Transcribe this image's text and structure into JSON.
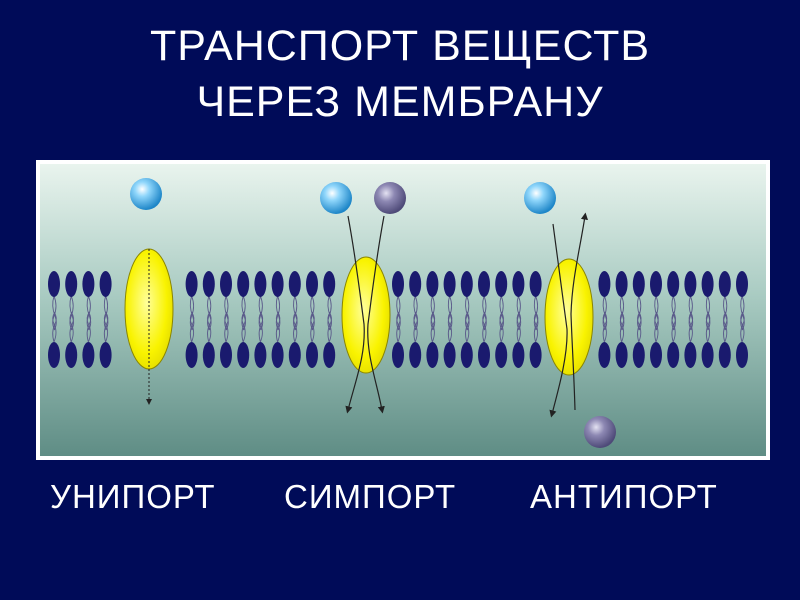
{
  "slide": {
    "background_color": "#000b58",
    "title_line1": "ТРАНСПОРТ  ВЕЩЕСТВ",
    "title_line2": "ЧЕРЕЗ  МЕМБРАНУ"
  },
  "diagram": {
    "colors": {
      "cytoplasm_top": "#e9f4ee",
      "cytoplasm_bottom": "#5f8d85",
      "lipid_head": "#1a1a6e",
      "lipid_tail": "#5a5a8a",
      "transporter": "#f7f200",
      "molecule_blue": "#2aa6e8",
      "molecule_purple": "#6b6696"
    },
    "transporters": [
      {
        "name": "uniport",
        "molecules": [
          "blue-sphere"
        ]
      },
      {
        "name": "symport",
        "molecules": [
          "blue-sphere",
          "purple-sphere"
        ]
      },
      {
        "name": "antiport",
        "molecules": [
          "blue-sphere",
          "purple-sphere"
        ]
      }
    ]
  },
  "labels": {
    "uniport": "УНИПОРТ",
    "symport": "СИМПОРТ",
    "antiport": "АНТИПОРТ"
  }
}
